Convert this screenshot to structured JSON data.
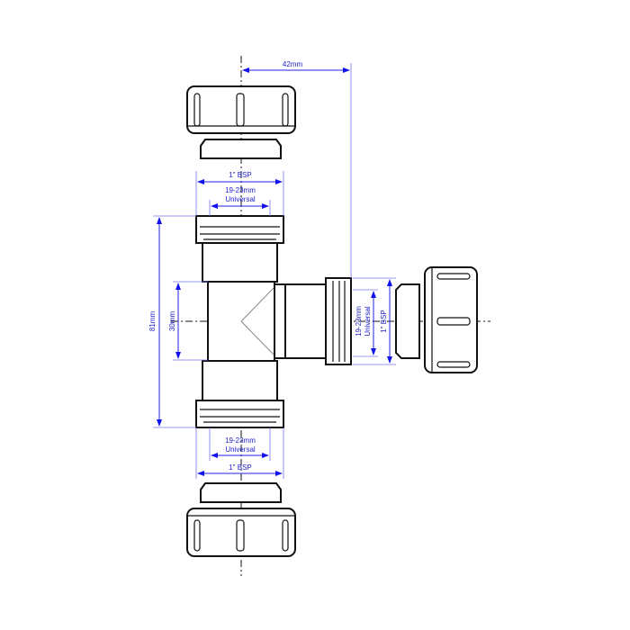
{
  "diagram": {
    "dimensions": {
      "branch_offset": "42mm",
      "top_bsp": "1\" BSP",
      "top_universal_range": "19-23mm",
      "top_universal_label": "Universal",
      "bottom_universal_range": "19-23mm",
      "bottom_universal_label": "Universal",
      "bottom_bsp": "1\" BSP",
      "overall_height": "81mm",
      "body_height": "30mm",
      "branch_universal_range": "19-23mm",
      "branch_universal_label": "Universal",
      "branch_bsp": "1\" BSP"
    },
    "colors": {
      "dimension": "#2222cc",
      "outline": "#111111"
    }
  }
}
